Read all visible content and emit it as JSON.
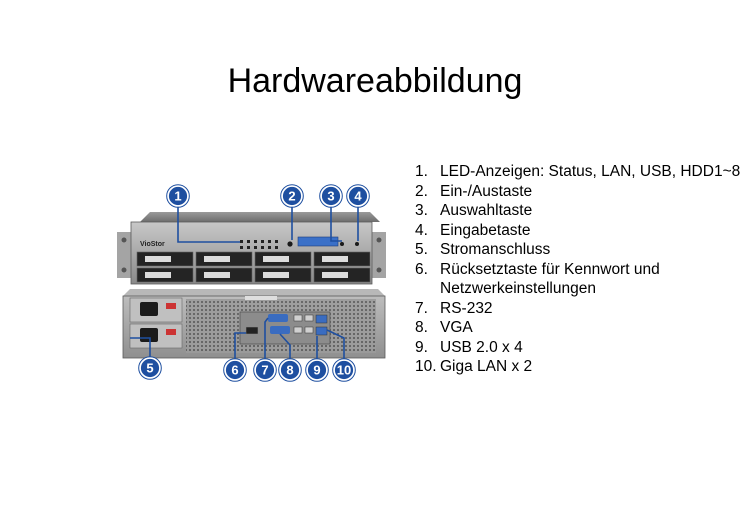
{
  "title": "Hardwareabbildung",
  "device": {
    "brand": "VioStor"
  },
  "legend": [
    {
      "num": "1.",
      "text": "LED-Anzeigen: Status, LAN, USB, HDD1~8"
    },
    {
      "num": "2.",
      "text": "Ein-/Austaste"
    },
    {
      "num": "3.",
      "text": "Auswahltaste"
    },
    {
      "num": "4.",
      "text": "Eingabetaste"
    },
    {
      "num": "5.",
      "text": "Stromanschluss"
    },
    {
      "num": "6.",
      "text": "Rücksetztaste für Kennwort und Netzwerkeinstellungen"
    },
    {
      "num": "7.",
      "text": "RS-232"
    },
    {
      "num": "8.",
      "text": "VGA"
    },
    {
      "num": "9.",
      "text": "USB 2.0 x 4"
    },
    {
      "num": "10.",
      "text": "Giga LAN x 2"
    }
  ],
  "callouts": {
    "c1": "1",
    "c2": "2",
    "c3": "3",
    "c4": "4",
    "c5": "5",
    "c6": "6",
    "c7": "7",
    "c8": "8",
    "c9": "9",
    "c10": "10"
  },
  "colors": {
    "callout": "#1e4fa0",
    "callout_ring": "#ffffff",
    "line": "#1e4fa0"
  }
}
